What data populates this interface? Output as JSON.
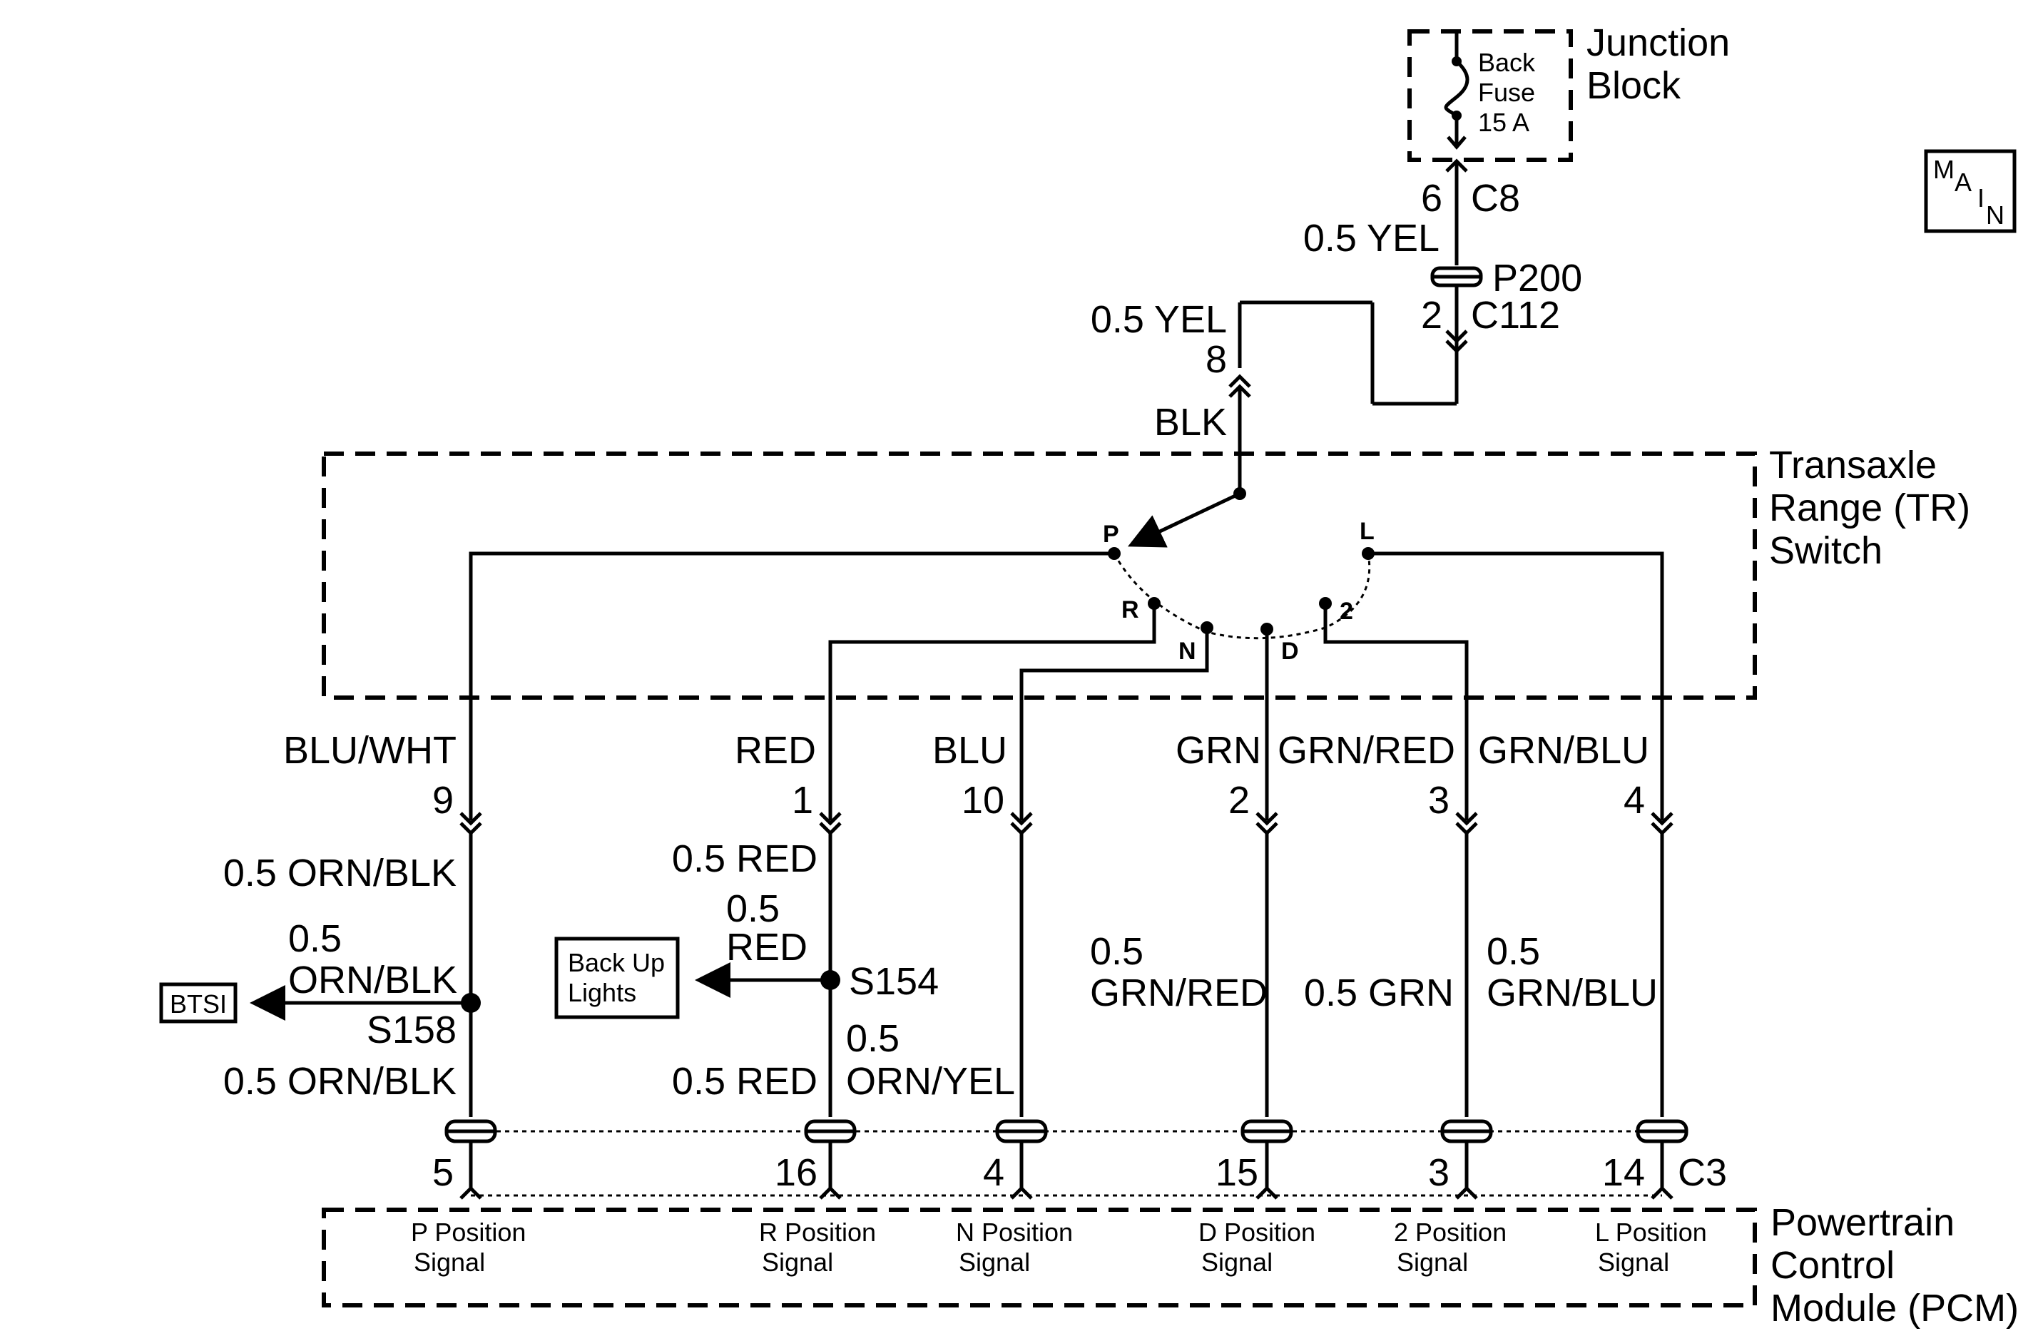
{
  "junction_block": {
    "label_line1": "Junction",
    "label_line2": "Block",
    "fuse_line1": "Back",
    "fuse_line2": "Fuse",
    "fuse_line3": "15 A"
  },
  "main_badge": {
    "m": "M",
    "a": "A",
    "i": "I",
    "n": "N"
  },
  "feed": {
    "c8_pin": "6",
    "c8": "C8",
    "yel_top": "0.5 YEL",
    "p200": "P200",
    "c112_pin": "2",
    "c112": "C112",
    "yel_left": "0.5 YEL",
    "pin8": "8",
    "blk": "BLK"
  },
  "tr_switch": {
    "label_line1": "Transaxle",
    "label_line2": "Range (TR)",
    "label_line3": "Switch",
    "positions": {
      "p": "P",
      "r": "R",
      "n": "N",
      "d": "D",
      "two": "2",
      "l": "L"
    }
  },
  "circuits": [
    {
      "wire_color": "BLU/WHT",
      "tr_pin": "9",
      "pcm_pin": "5",
      "signal_line1": "P Position",
      "signal_line2": "Signal"
    },
    {
      "wire_color": "RED",
      "tr_pin": "1",
      "pcm_pin": "16",
      "signal_line1": "R Position",
      "signal_line2": "Signal"
    },
    {
      "wire_color": "BLU",
      "tr_pin": "10",
      "pcm_pin": "4",
      "signal_line1": "N Position",
      "signal_line2": "Signal"
    },
    {
      "wire_color": "GRN",
      "tr_pin": "2",
      "pcm_pin": "15",
      "signal_line1": "D Position",
      "signal_line2": "Signal"
    },
    {
      "wire_color": "GRN/RED",
      "tr_pin": "3",
      "pcm_pin": "3",
      "signal_line1": "2 Position",
      "signal_line2": "Signal"
    },
    {
      "wire_color": "GRN/BLU",
      "tr_pin": "4",
      "pcm_pin": "14",
      "signal_line1": "L Position",
      "signal_line2": "Signal"
    }
  ],
  "p_circuit": {
    "orn_blk_top": "0.5 ORN/BLK",
    "orn_blk_branch_1": "0.5",
    "orn_blk_branch_2": "ORN/BLK",
    "splice": "S158",
    "orn_blk_bottom": "0.5 ORN/BLK",
    "btsi": "BTSI"
  },
  "r_circuit": {
    "red_top": "0.5 RED",
    "red_branch_1": "0.5",
    "red_branch_2": "RED",
    "splice": "S154",
    "red_bottom": "0.5 RED",
    "orn_yel_1": "0.5",
    "orn_yel_2": "ORN/YEL",
    "backup_line1": "Back Up",
    "backup_line2": "Lights"
  },
  "lower_labels": {
    "grn_red_1": "0.5",
    "grn_red_2": "GRN/RED",
    "grn": "0.5 GRN",
    "grn_blu_1": "0.5",
    "grn_blu_2": "GRN/BLU"
  },
  "pcm": {
    "connector": "C3",
    "label_line1": "Powertrain",
    "label_line2": "Control",
    "label_line3": "Module (PCM)"
  }
}
